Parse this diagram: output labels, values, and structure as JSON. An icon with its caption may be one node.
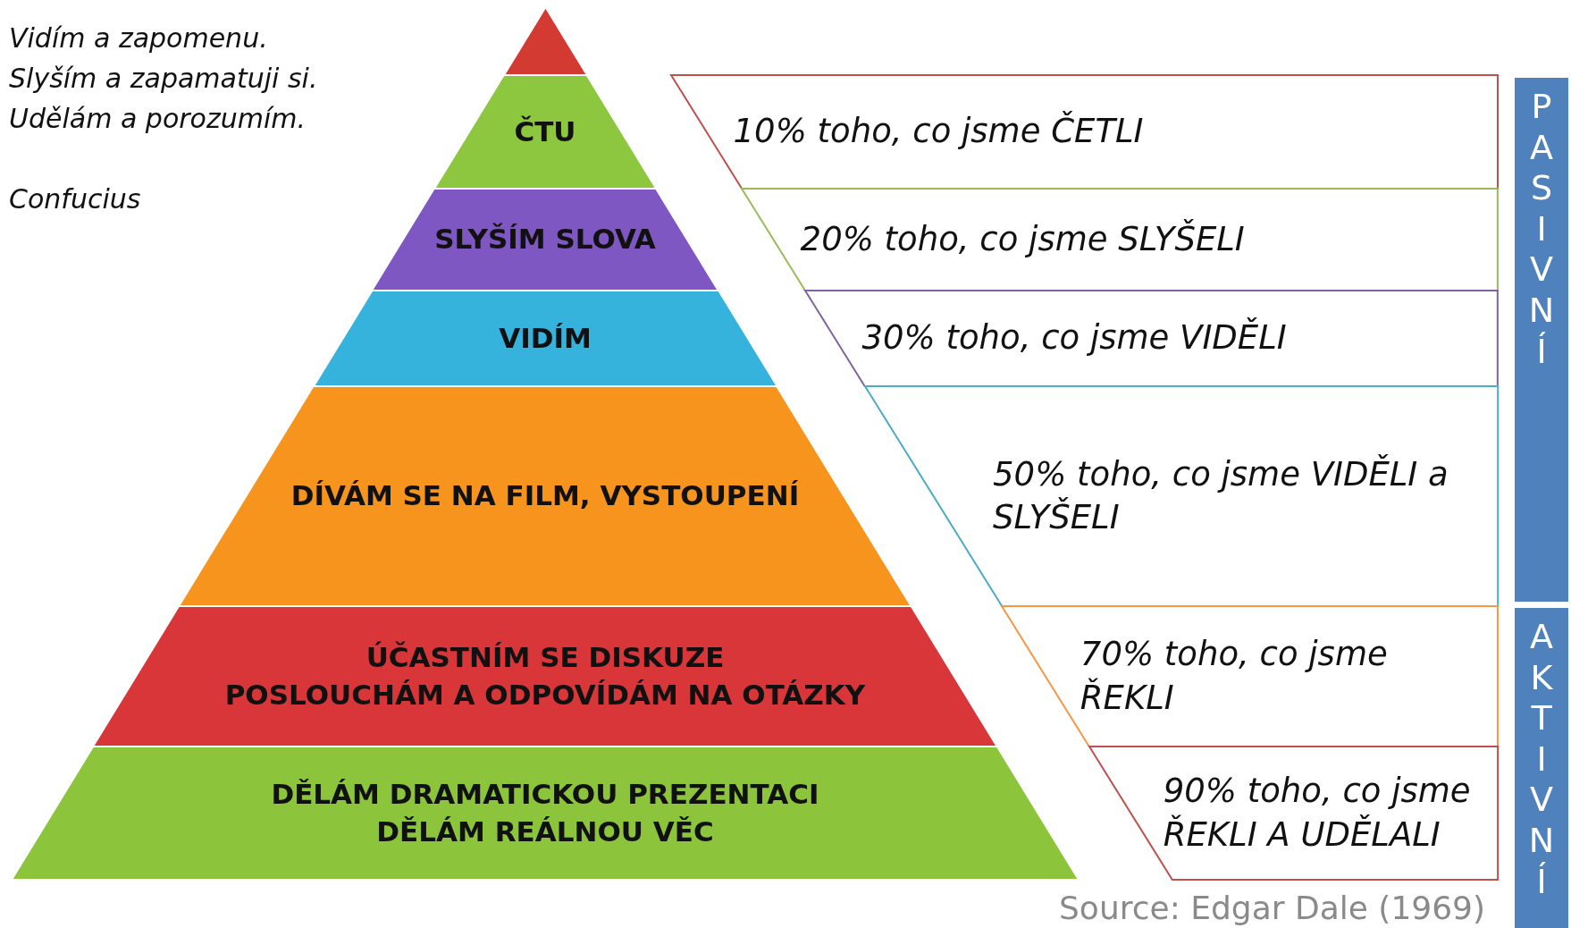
{
  "diagram": {
    "nodes": [
      {
        "text": [],
        "shape": "triangle"
      },
      {
        "text": [
          "ČTU"
        ]
      },
      {
        "text": [
          "SLYŠÍM SLOVA"
        ]
      },
      {
        "text": [
          "VIDÍM"
        ]
      },
      {
        "text": [
          "DÍVÁM SE NA FILM, VYSTOUPENÍ"
        ]
      },
      {
        "text": [
          "ÚČASTNÍM SE DISKUZE",
          "POSLOUCHÁM A ODPOVÍDÁM NA OTÁZKY"
        ]
      },
      {
        "text": [
          "DĚLÁM DRAMATICKOU PREZENTACI",
          "DĚLÁM REÁLNOU VĚC"
        ]
      },
      {
        "text": [
          "10% toho, co jsme ČETLI"
        ]
      },
      {
        "text": [
          "20% toho, co jsme SLYŠELI"
        ]
      },
      {
        "text": [
          "30% toho, co jsme VIDĚLI"
        ]
      },
      {
        "text": [
          "50% toho, co jsme VIDĚLI a SLYŠELI"
        ]
      },
      {
        "text": [
          "70% toho, co jsme ŘEKLI"
        ]
      },
      {
        "text": [
          "90% toho, co jsme ŘEKLI A UDĚLALI"
        ]
      },
      {
        "text": [
          "PASIVNÍ"
        ]
      },
      {
        "text": [
          "AKTIVNÍ"
        ]
      }
    ],
    "labels": [
      "Vidím a zapomenu.",
      "Slyším a zapamatuji si.",
      "Udělám a porozumím.",
      "Confucius",
      "Source: Edgar Dale (1969)"
    ]
  }
}
